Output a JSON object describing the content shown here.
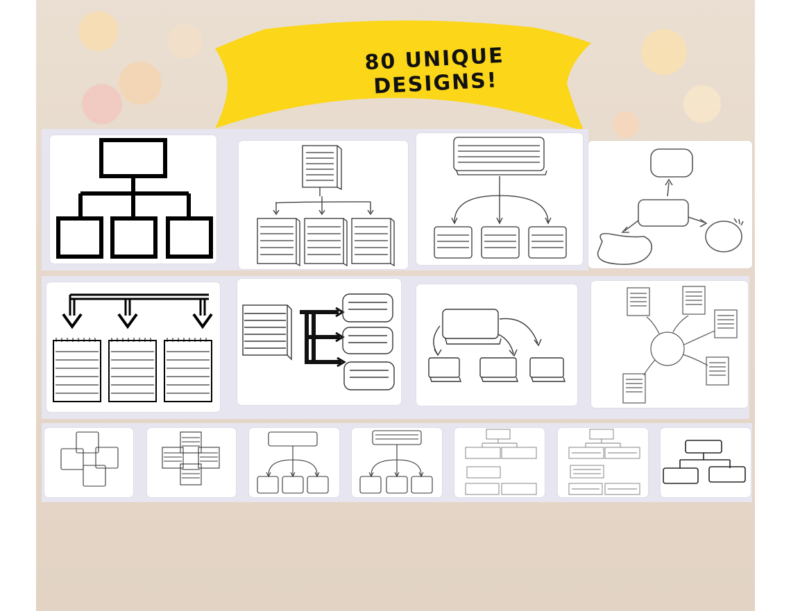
{
  "banner": {
    "text": "80 UNIQUE DESIGNS!",
    "color": "#fbd619"
  },
  "colors": {
    "card": "#ffffff",
    "row_background": "#e7e6f0",
    "ink": "#111111",
    "sketch": "#555555"
  },
  "templates": {
    "row1": [
      "org-chart-bold",
      "lined-boxes-tree",
      "wide-header-tree",
      "sketch-blob-flow"
    ],
    "row2": [
      "notepad-arrows",
      "bracket-branch",
      "curved-arrow-flow",
      "mind-map-circle"
    ],
    "row3": [
      "four-squares",
      "four-lined-notes",
      "small-tree-a",
      "small-tree-b",
      "thin-org-chart",
      "thin-org-chart-lined",
      "sketch-small-tree"
    ]
  }
}
